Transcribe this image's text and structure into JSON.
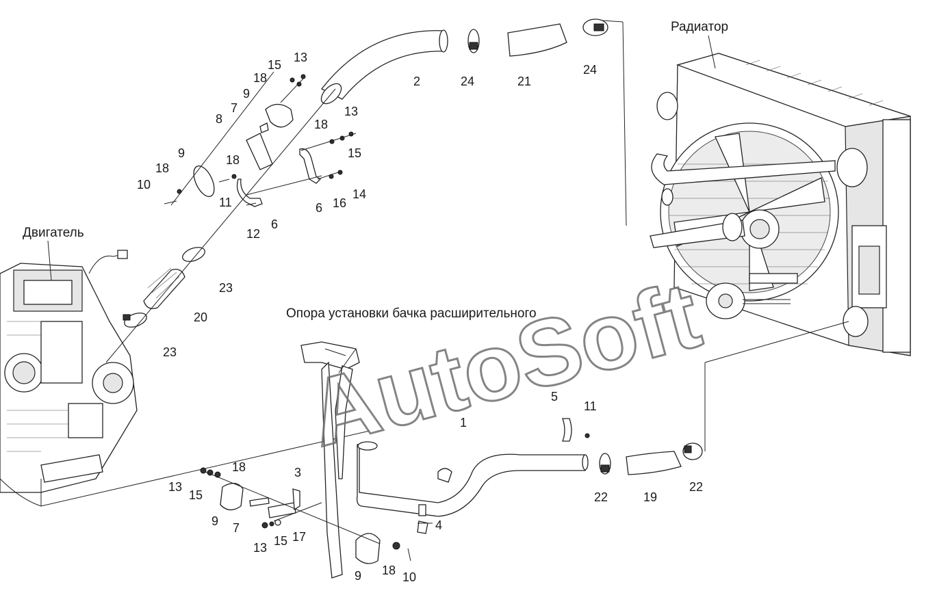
{
  "labels": {
    "radiator": "Радиатор",
    "engine": "Двигатель",
    "support": "Опора установки бачка расширительного"
  },
  "watermark": "AutoSoft",
  "callouts": [
    "13",
    "15",
    "18",
    "9",
    "7",
    "8",
    "9",
    "18",
    "10",
    "11",
    "18",
    "12",
    "6",
    "6",
    "16",
    "14",
    "13",
    "18",
    "15",
    "2",
    "24",
    "21",
    "24",
    "23",
    "20",
    "23",
    "5",
    "11",
    "1",
    "22",
    "19",
    "22",
    "3",
    "18",
    "13",
    "15",
    "9",
    "7",
    "13",
    "15",
    "17",
    "4",
    "9",
    "18",
    "10"
  ]
}
